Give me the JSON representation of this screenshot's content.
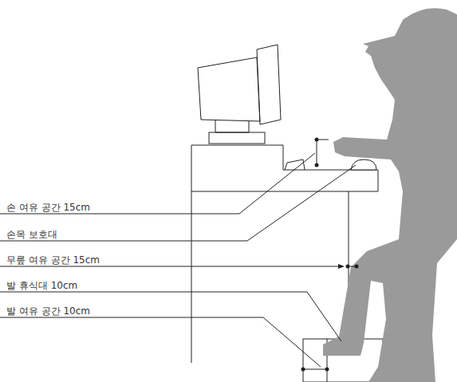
{
  "diagram": {
    "labels": [
      "손 여유 공간 15cm",
      "손목 보호대",
      "무릎 여유 공간 15cm",
      "발 휴식대 10cm",
      "발 여유 공간 10cm"
    ]
  }
}
